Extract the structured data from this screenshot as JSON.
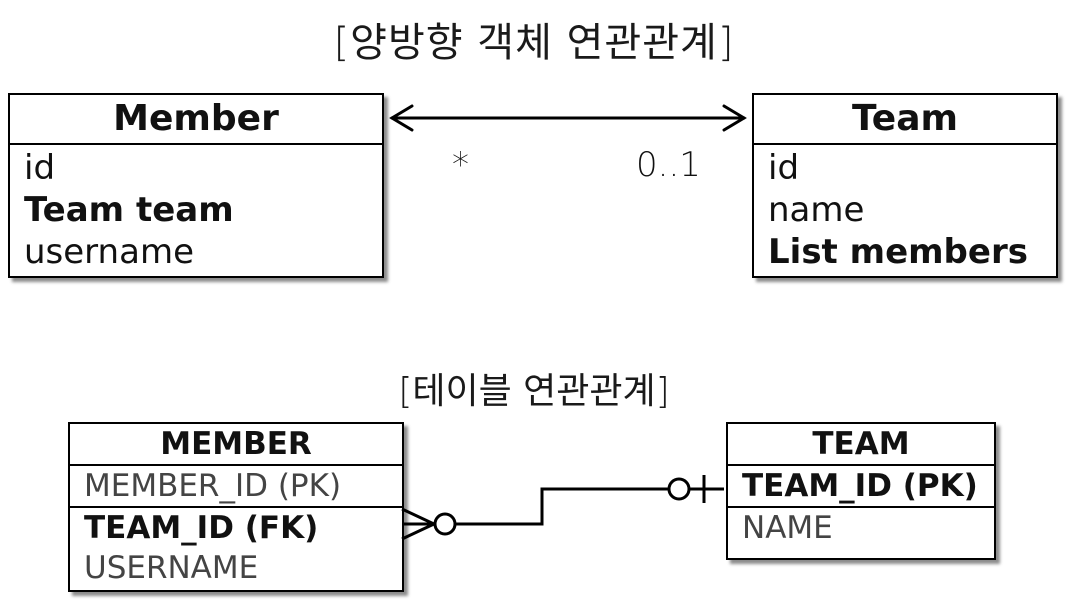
{
  "titles": {
    "object_relation": "[양방향 객체 연관관계]",
    "table_relation": "[테이블 연관관계]"
  },
  "uml": {
    "member": {
      "name": "Member",
      "fields": [
        {
          "text": "id",
          "bold": false
        },
        {
          "text": "Team team",
          "bold": true
        },
        {
          "text": "username",
          "bold": false
        }
      ]
    },
    "team": {
      "name": "Team",
      "fields": [
        {
          "text": "id",
          "bold": false
        },
        {
          "text": "name",
          "bold": false
        },
        {
          "text": "List members",
          "bold": true
        }
      ]
    },
    "association": {
      "member_end": "*",
      "team_end": "0..1"
    }
  },
  "erd": {
    "member_table": {
      "name": "MEMBER",
      "columns": [
        {
          "text": "MEMBER_ID (PK)",
          "bold": false
        },
        {
          "text": "TEAM_ID (FK)",
          "bold": true
        },
        {
          "text": "USERNAME",
          "bold": false
        }
      ]
    },
    "team_table": {
      "name": "TEAM",
      "columns": [
        {
          "text": "TEAM_ID (PK)",
          "bold": true
        },
        {
          "text": "NAME",
          "bold": false
        }
      ]
    }
  }
}
